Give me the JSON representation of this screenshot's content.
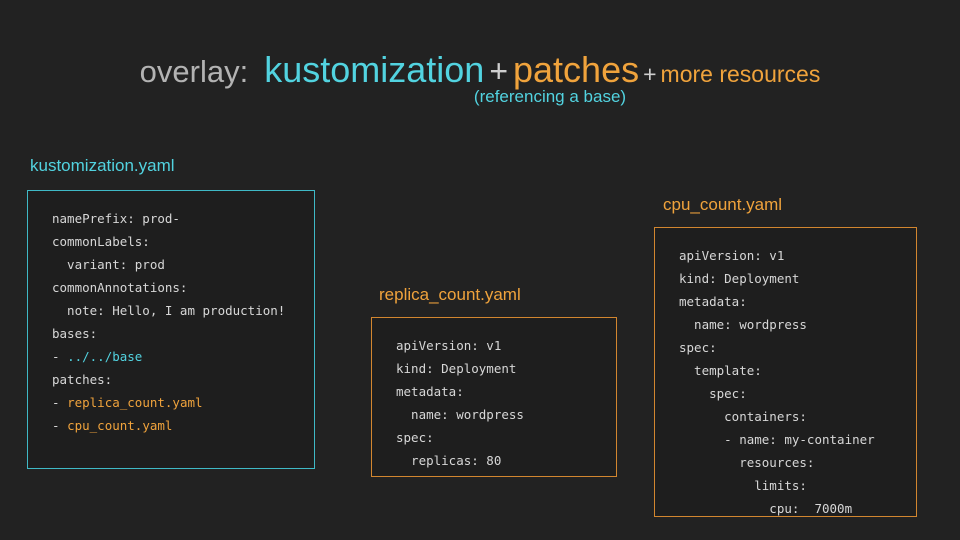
{
  "title": {
    "overlay_label": "overlay:",
    "term_primary": "kustomization",
    "plus_1": "+",
    "term_secondary": "patches",
    "plus_2": "+",
    "term_tertiary": "more resources",
    "subtitle": "(referencing a base)",
    "colors": {
      "overlay_gray": "#b3b3b3",
      "cyan": "#52d3e0",
      "orange": "#f0a33c",
      "plus_gray": "#cfcfcf"
    }
  },
  "panels": [
    {
      "id": "kustomization",
      "label": "kustomization.yaml",
      "label_color": "#52d3e0",
      "border_color": "#3fb9c6",
      "lines": [
        [
          {
            "text": "namePrefix: prod-",
            "color": "default"
          }
        ],
        [
          {
            "text": "commonLabels:",
            "color": "default"
          }
        ],
        [
          {
            "text": "  variant: prod",
            "color": "default"
          }
        ],
        [
          {
            "text": "commonAnnotations:",
            "color": "default"
          }
        ],
        [
          {
            "text": "  note: Hello, I am production!",
            "color": "default"
          }
        ],
        [
          {
            "text": "bases:",
            "color": "default"
          }
        ],
        [
          {
            "text": "- ",
            "color": "default"
          },
          {
            "text": "../../base",
            "color": "cyan"
          }
        ],
        [
          {
            "text": "patches:",
            "color": "default"
          }
        ],
        [
          {
            "text": "- ",
            "color": "default"
          },
          {
            "text": "replica_count.yaml",
            "color": "orange"
          }
        ],
        [
          {
            "text": "- ",
            "color": "default"
          },
          {
            "text": "cpu_count.yaml",
            "color": "orange"
          }
        ]
      ]
    },
    {
      "id": "replica_count",
      "label": "replica_count.yaml",
      "label_color": "#f0a33c",
      "border_color": "#d2862f",
      "lines": [
        [
          {
            "text": "apiVersion: v1",
            "color": "default"
          }
        ],
        [
          {
            "text": "kind: Deployment",
            "color": "default"
          }
        ],
        [
          {
            "text": "metadata:",
            "color": "default"
          }
        ],
        [
          {
            "text": "  name: wordpress",
            "color": "default"
          }
        ],
        [
          {
            "text": "spec:",
            "color": "default"
          }
        ],
        [
          {
            "text": "  replicas: 80",
            "color": "default"
          }
        ]
      ]
    },
    {
      "id": "cpu_count",
      "label": "cpu_count.yaml",
      "label_color": "#f0a33c",
      "border_color": "#d2862f",
      "lines": [
        [
          {
            "text": "apiVersion: v1",
            "color": "default"
          }
        ],
        [
          {
            "text": "kind: Deployment",
            "color": "default"
          }
        ],
        [
          {
            "text": "metadata:",
            "color": "default"
          }
        ],
        [
          {
            "text": "  name: wordpress",
            "color": "default"
          }
        ],
        [
          {
            "text": "spec:",
            "color": "default"
          }
        ],
        [
          {
            "text": "  template:",
            "color": "default"
          }
        ],
        [
          {
            "text": "    spec:",
            "color": "default"
          }
        ],
        [
          {
            "text": "      containers:",
            "color": "default"
          }
        ],
        [
          {
            "text": "      - name: my-container",
            "color": "default"
          }
        ],
        [
          {
            "text": "        resources:",
            "color": "default"
          }
        ],
        [
          {
            "text": "          limits:",
            "color": "default"
          }
        ],
        [
          {
            "text": "            cpu:  7000m",
            "color": "default"
          }
        ]
      ]
    }
  ],
  "page": {
    "background": "#222222",
    "code_background": "#1e1e1e"
  }
}
